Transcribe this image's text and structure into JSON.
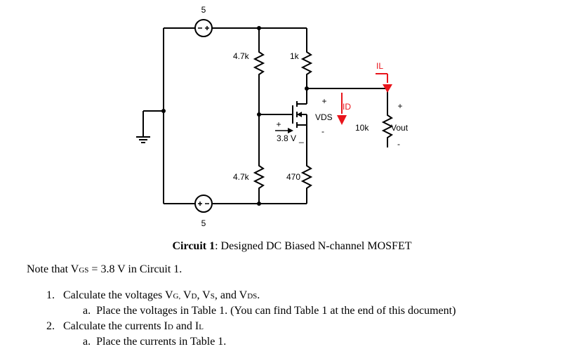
{
  "circuit": {
    "top_source_value": "5",
    "bottom_source_value": "5",
    "r_gate_top": "4.7k",
    "r_gate_bottom": "4.7k",
    "r_drain": "1k",
    "r_source": "470",
    "r_load": "10k",
    "vgs_label": "3.8 V",
    "vds_label": "VDS",
    "id_label": "ID",
    "il_label": "IL",
    "vout_label": "Vout",
    "plus": "+",
    "minus": "-",
    "underscore": "_",
    "colors": {
      "wire": "#000000",
      "current_arrow": "#e8141b"
    }
  },
  "caption": {
    "label": "Circuit 1",
    "text": ": Designed DC Biased N-channel MOSFET"
  },
  "note": {
    "prefix": "Note that V",
    "sub": "GS",
    "suffix": " = 3.8 V in Circuit 1."
  },
  "list": {
    "item1_num": "1.",
    "item1_text": "Calculate the voltages V",
    "item1_sub_g": "G,",
    "item1_v_d": " V",
    "item1_sub_d": "D",
    "item1_v_s": ", V",
    "item1_sub_s": "S",
    "item1_and": ", and V",
    "item1_sub_ds": "DS",
    "item1_end": ".",
    "item1a_num": "a.",
    "item1a_text": "Place the voltages in Table 1. (You can find Table 1 at the end of this document)",
    "item2_num": "2.",
    "item2_text": "Calculate the currents I",
    "item2_sub_d": "D",
    "item2_and": " and I",
    "item2_sub_l": "L",
    "item2a_num": "a.",
    "item2a_text": "Place the currents in Table 1."
  }
}
